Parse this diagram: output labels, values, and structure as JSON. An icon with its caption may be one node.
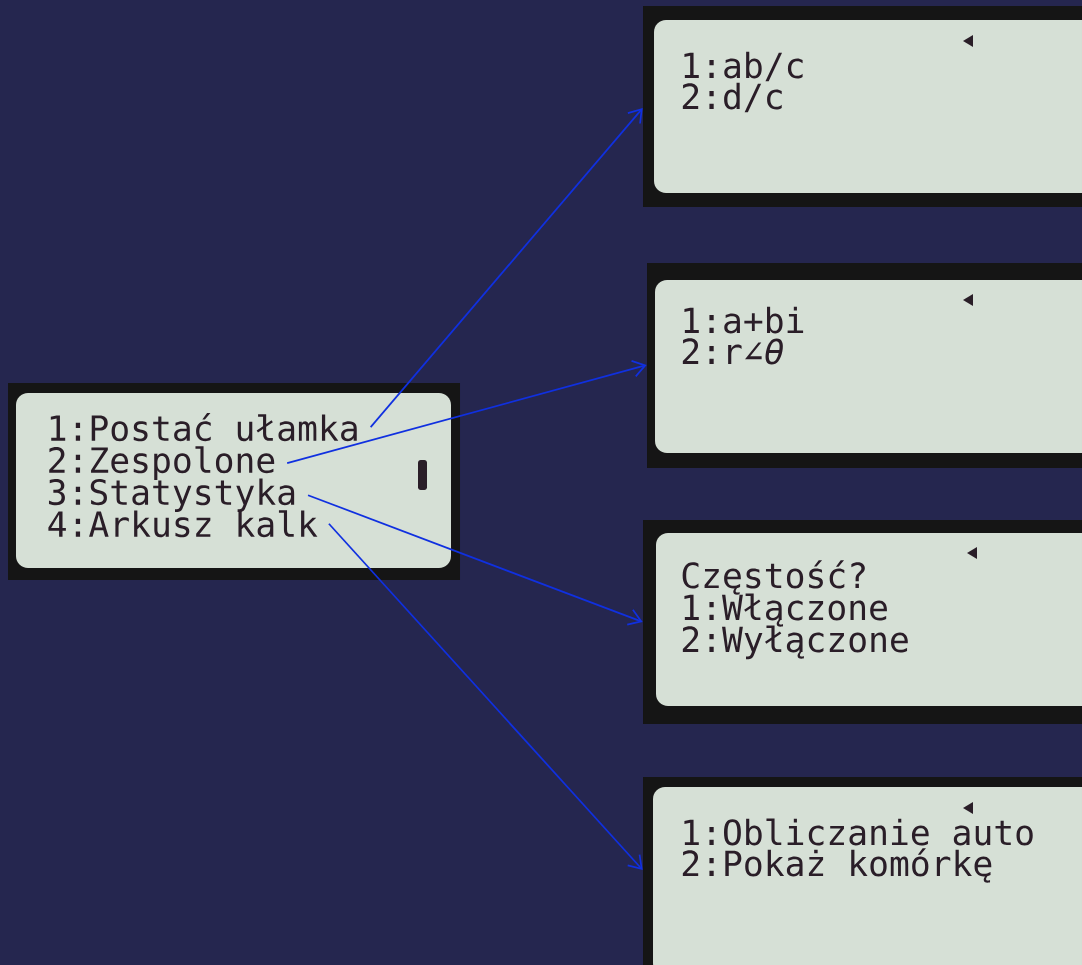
{
  "diagram": {
    "nodes": [
      {
        "text": [],
        "shape": "box"
      },
      {
        "text": [
          "1:Postać ułamka"
        ],
        "in": 0
      },
      {
        "text": [
          "2:Zespolone"
        ],
        "in": 0
      },
      {
        "text": [
          "3:Statystyka"
        ],
        "in": 0
      },
      {
        "text": [
          "4:Arkusz kalk"
        ],
        "in": 0
      },
      {
        "text": [
          "1:ab/c",
          "2:d/c"
        ]
      },
      {
        "text": [
          "1:a+bi",
          "2:r∠*θ*"
        ]
      },
      {
        "text": [
          "Częstość?",
          "1:Włączone",
          "2:Wyłączone"
        ]
      },
      {
        "text": [
          "1:Obliczanie auto",
          "2:Pokaż komórkę"
        ]
      }
    ],
    "edges": [
      {
        "from": 1,
        "to": 5,
        "arrow": "to"
      },
      {
        "from": 2,
        "to": 6,
        "arrow": "to"
      },
      {
        "from": 3,
        "to": 7,
        "arrow": "to"
      },
      {
        "from": 4,
        "to": 8,
        "arrow": "to"
      }
    ]
  }
}
